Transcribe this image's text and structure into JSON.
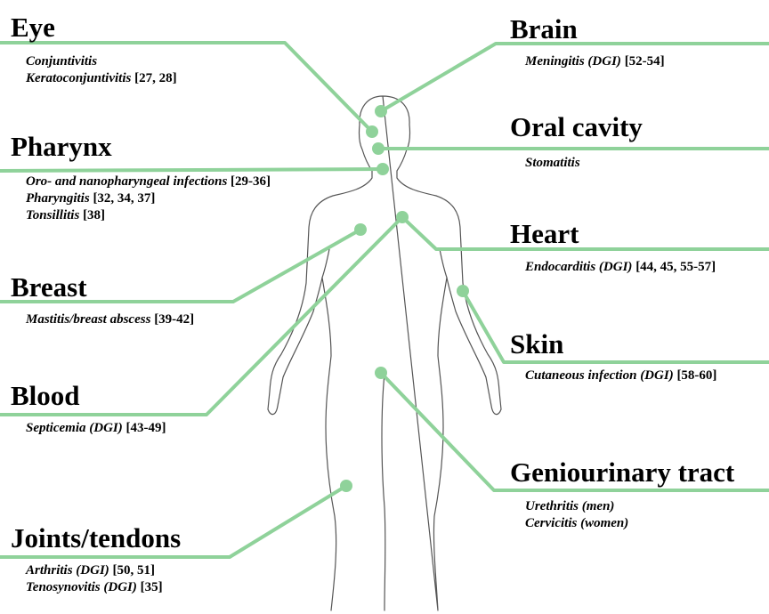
{
  "colors": {
    "connector": "#8fd29a",
    "dot": "#8fd29a",
    "body_outline": "#555555",
    "text": "#000000"
  },
  "sites": {
    "eye": {
      "title": "Eye",
      "lines": [
        {
          "term": "Conjuntivitis",
          "ref": ""
        },
        {
          "term": "Keratoconjuntivitis",
          "ref": "[27, 28]"
        }
      ]
    },
    "pharynx": {
      "title": "Pharynx",
      "lines": [
        {
          "term": "Oro- and nanopharyngeal infections",
          "ref": "[29-36]"
        },
        {
          "term": "Pharyngitis",
          "ref": "[32, 34, 37]"
        },
        {
          "term": "Tonsillitis",
          "ref": "[38]"
        }
      ]
    },
    "breast": {
      "title": "Breast",
      "lines": [
        {
          "term": "Mastitis/breast abscess",
          "ref": "[39-42]"
        }
      ]
    },
    "blood": {
      "title": "Blood",
      "lines": [
        {
          "term": "Septicemia (DGI)",
          "ref": "[43-49]"
        }
      ]
    },
    "joints": {
      "title": "Joints/tendons",
      "lines": [
        {
          "term": "Arthritis (DGI)",
          "ref": "[50, 51]"
        },
        {
          "term": "Tenosynovitis (DGI)",
          "ref": "[35]"
        }
      ]
    },
    "brain": {
      "title": "Brain",
      "lines": [
        {
          "term": "Meningitis (DGI)",
          "ref": "[52-54]"
        }
      ]
    },
    "oral": {
      "title": "Oral cavity",
      "lines": [
        {
          "term": "Stomatitis",
          "ref": ""
        }
      ]
    },
    "heart": {
      "title": "Heart",
      "lines": [
        {
          "term": "Endocarditis (DGI)",
          "ref": "[44, 45, 55-57]"
        }
      ]
    },
    "skin": {
      "title": "Skin",
      "lines": [
        {
          "term": "Cutaneous infection (DGI)",
          "ref": "[58-60]"
        }
      ]
    },
    "gu": {
      "title": "Geniourinary tract",
      "lines": [
        {
          "term": "Urethritis (men)",
          "ref": ""
        },
        {
          "term": "Cervicitis (women)",
          "ref": ""
        }
      ]
    }
  }
}
